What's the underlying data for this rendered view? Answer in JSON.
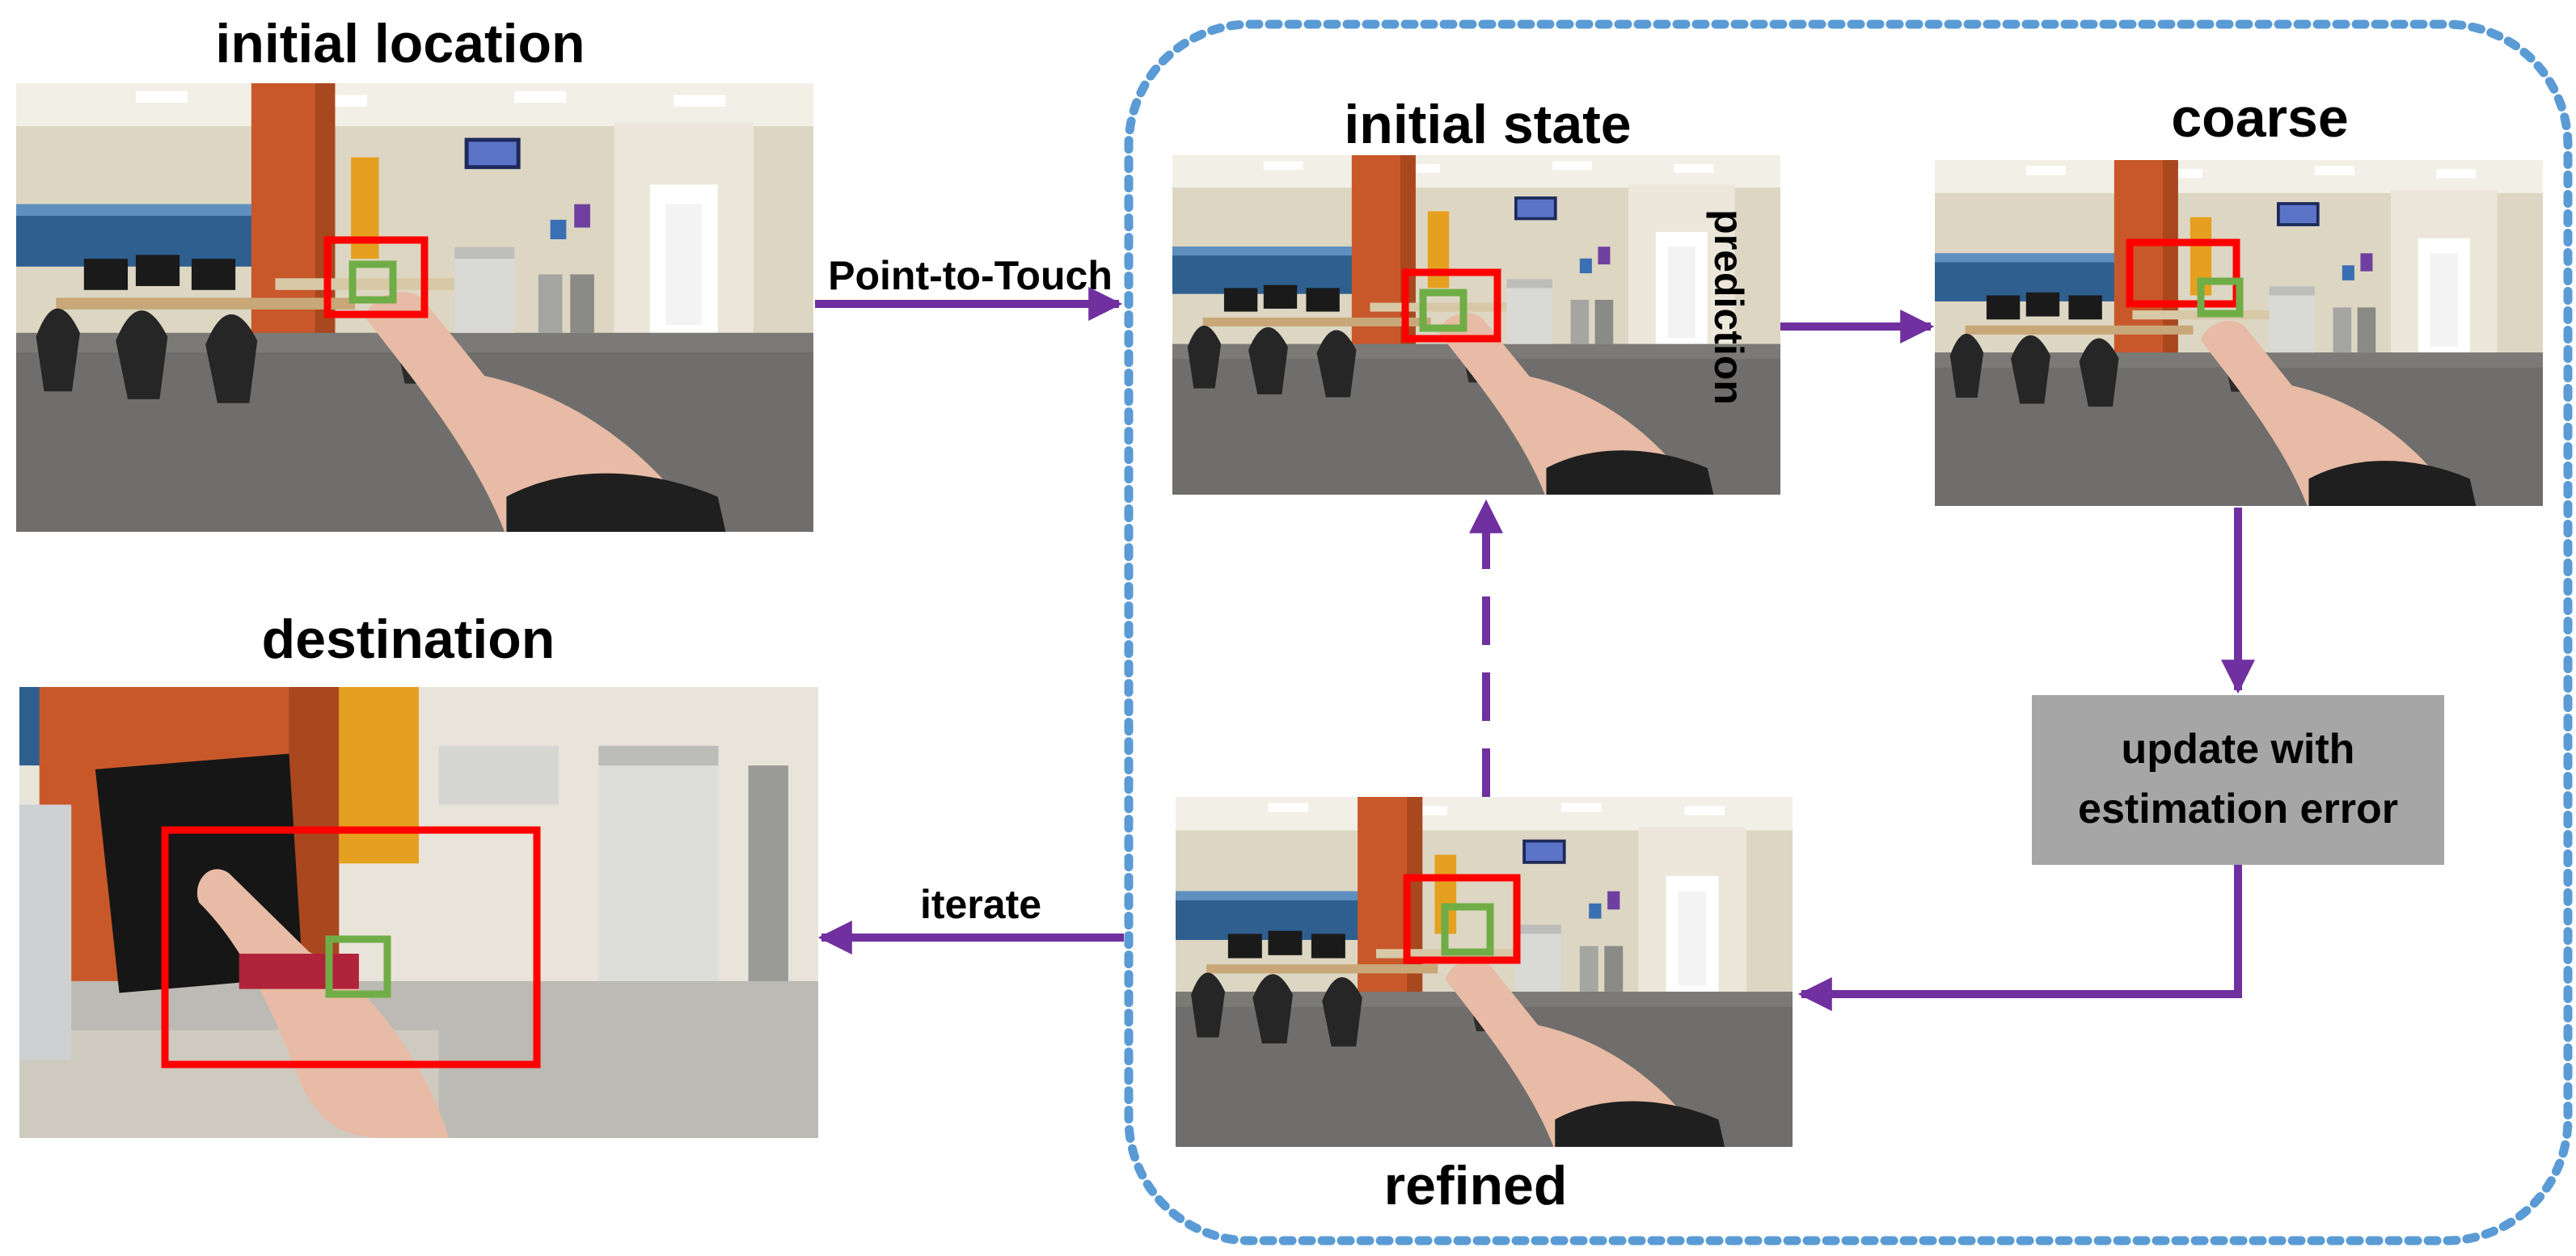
{
  "panels": {
    "initial_location": {
      "title": "initial location"
    },
    "destination": {
      "title": "destination"
    },
    "initial_state": {
      "title": "initial state"
    },
    "coarse": {
      "title": "coarse"
    },
    "refined": {
      "title": "refined"
    }
  },
  "arrows": {
    "point_to_touch": "Point-to-Touch",
    "prediction": "prediction",
    "iterate": "iterate"
  },
  "update_box": {
    "text": "update with\nestimation error"
  },
  "colors": {
    "arrow": "#7030a0",
    "loop_border": "#5b9bd5",
    "target_box": "#ff0000",
    "finger_box": "#70ad47",
    "update_box_fill": "#a6a6a6"
  }
}
